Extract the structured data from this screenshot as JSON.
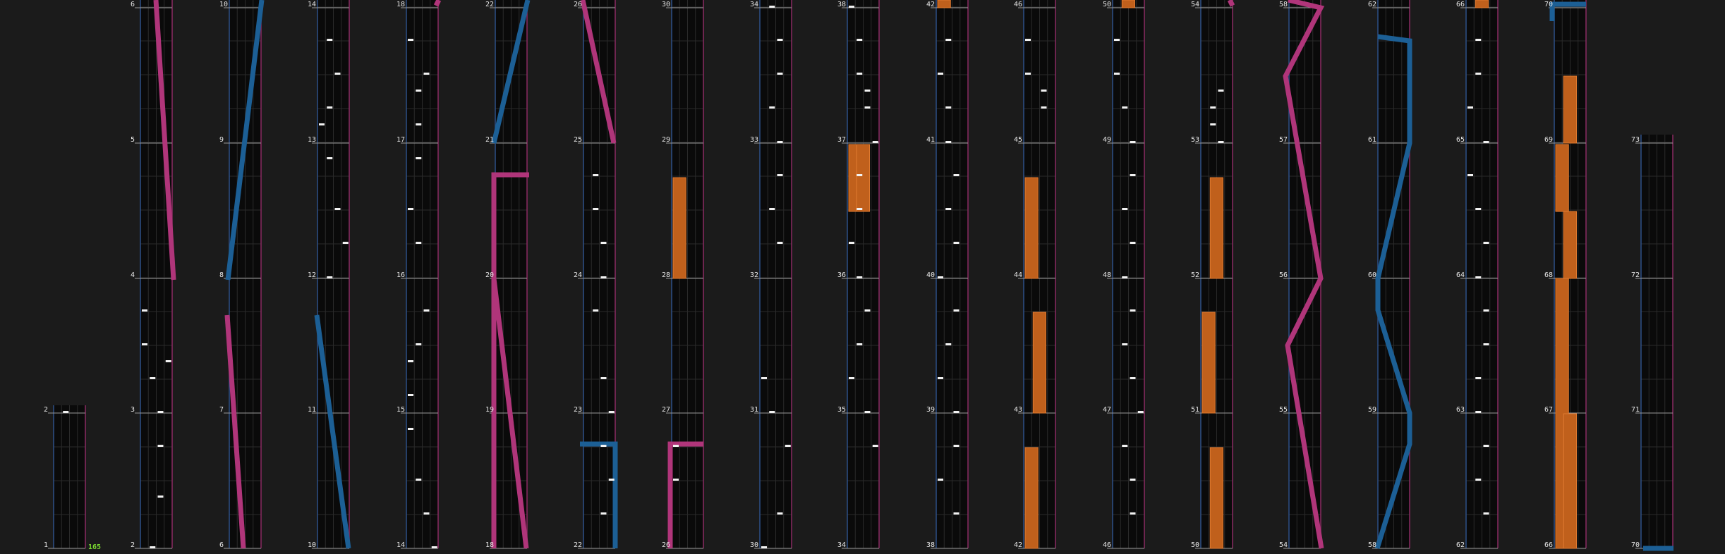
{
  "app": {
    "combo": "165"
  },
  "colors": {
    "background": "#1b1b1b",
    "lane": "#0a0a0a",
    "left_edge": "#2c4f88",
    "right_edge": "#8a2a62",
    "hold": "#c0601c",
    "slide_pink": "#b0357a",
    "slide_blue": "#1c5f95",
    "combo": "#7ad830"
  },
  "columns": [
    {
      "measures": [
        "1",
        "2"
      ]
    },
    {
      "measures": [
        "2",
        "3",
        "4",
        "5",
        "6"
      ]
    },
    {
      "measures": [
        "6",
        "7",
        "8",
        "9",
        "10"
      ]
    },
    {
      "measures": [
        "10",
        "11",
        "12",
        "13",
        "14"
      ]
    },
    {
      "measures": [
        "14",
        "15",
        "16",
        "17",
        "18"
      ]
    },
    {
      "measures": [
        "18",
        "19",
        "20",
        "21",
        "22"
      ]
    },
    {
      "measures": [
        "22",
        "23",
        "24",
        "25",
        "26"
      ]
    },
    {
      "measures": [
        "26",
        "27",
        "28",
        "29",
        "30"
      ]
    },
    {
      "measures": [
        "30",
        "31",
        "32",
        "33",
        "34"
      ]
    },
    {
      "measures": [
        "34",
        "35",
        "36",
        "37",
        "38"
      ]
    },
    {
      "measures": [
        "38",
        "39",
        "40",
        "41",
        "42"
      ]
    },
    {
      "measures": [
        "42",
        "43",
        "44",
        "45",
        "46"
      ]
    },
    {
      "measures": [
        "46",
        "47",
        "48",
        "49",
        "50"
      ]
    },
    {
      "measures": [
        "50",
        "51",
        "52",
        "53",
        "54"
      ]
    },
    {
      "measures": [
        "54",
        "55",
        "56",
        "57",
        "58"
      ]
    },
    {
      "measures": [
        "58",
        "59",
        "60",
        "61",
        "62"
      ]
    },
    {
      "measures": [
        "62",
        "63",
        "64",
        "65",
        "66"
      ]
    },
    {
      "measures": [
        "66",
        "67",
        "68",
        "69",
        "70"
      ]
    },
    {
      "measures": [
        "70",
        "71",
        "72",
        "73"
      ]
    }
  ]
}
